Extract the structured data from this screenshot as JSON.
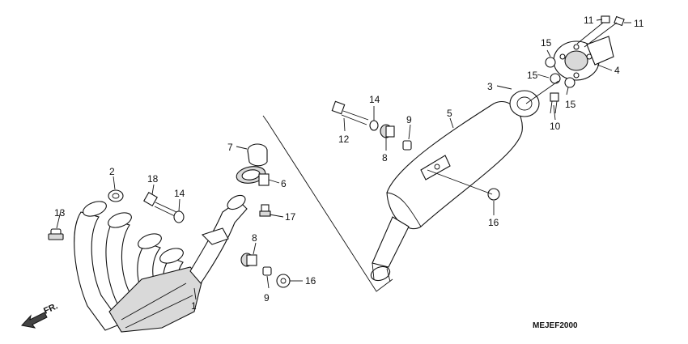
{
  "diagram": {
    "code": "MEJEF2000",
    "direction": "FR.",
    "callouts": {
      "c1": "1",
      "c2": "2",
      "c3": "3",
      "c4": "4",
      "c5": "5",
      "c6": "6",
      "c7": "7",
      "c8a": "8",
      "c8b": "8",
      "c9a": "9",
      "c9b": "9",
      "c10": "10",
      "c11a": "11",
      "c11b": "11",
      "c12": "12",
      "c13": "13",
      "c14a": "14",
      "c14b": "14",
      "c15a": "15",
      "c15b": "15",
      "c15c": "15",
      "c16a": "16",
      "c16b": "16",
      "c17": "17",
      "c18": "18"
    }
  }
}
